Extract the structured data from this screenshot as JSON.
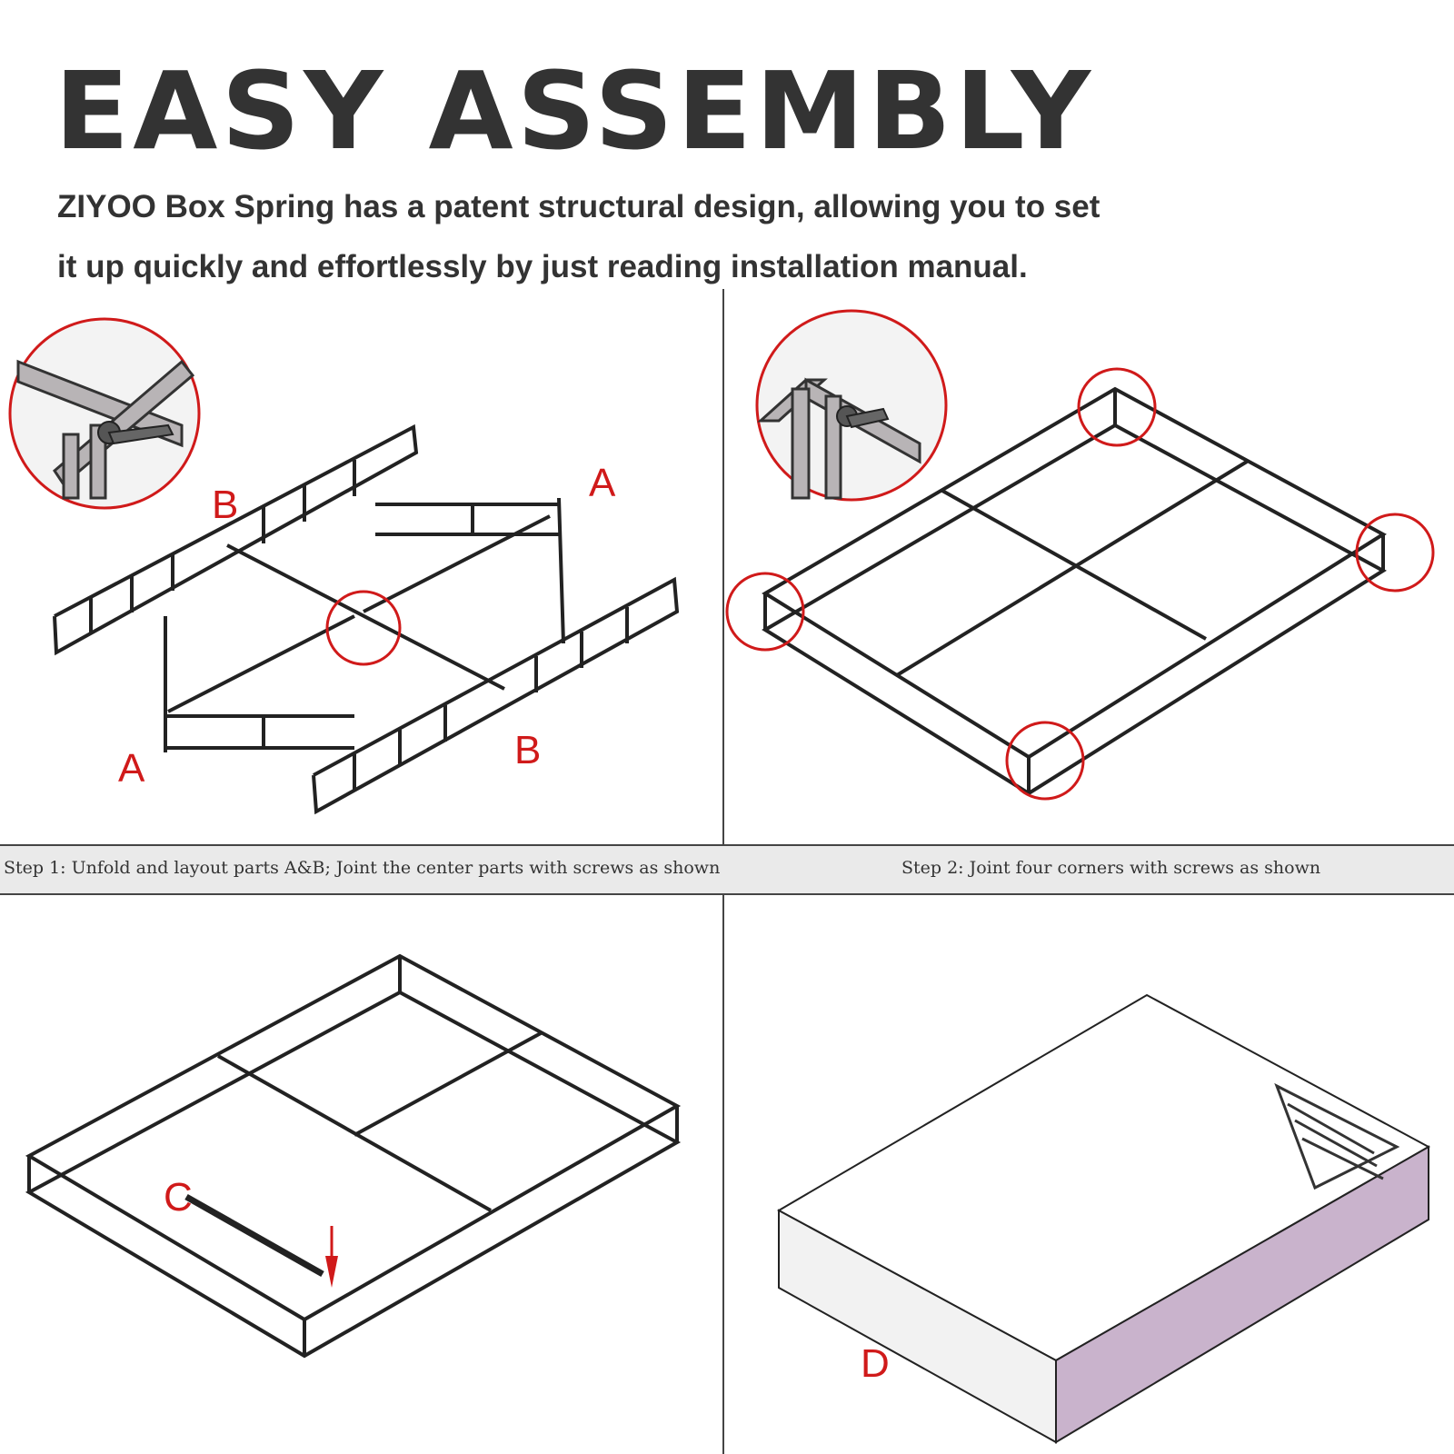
{
  "header": {
    "title": "EASY ASSEMBLY",
    "description_line1": "ZIYOO Box Spring has a patent structural design, allowing you to set",
    "description_line2": "it up quickly and effortlessly by just reading installation manual."
  },
  "steps": [
    {
      "caption": "Step 1: Unfold and layout parts A&B; Joint the center parts with screws as shown"
    },
    {
      "caption": "Step 2: Joint four corners with screws as shown"
    }
  ],
  "part_labels": {
    "a_top": "A",
    "a_bottom": "A",
    "b_top": "B",
    "b_bottom": "B",
    "c": "C",
    "d": "D"
  },
  "colors": {
    "text": "#333333",
    "callout": "#d01a1a",
    "frame": "#222222",
    "caption_band": "#eaeaea",
    "mattress_side": "#c9b3cc"
  },
  "icons": [
    "screw-knob-detail",
    "arrow-down-icon"
  ]
}
